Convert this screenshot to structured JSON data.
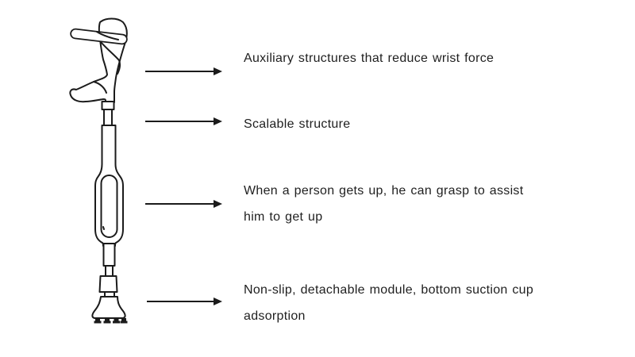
{
  "diagram": {
    "illustration": "forearm-crutch-line-drawing",
    "annotations": [
      {
        "lines": [
          "Auxiliary structures that reduce wrist force"
        ]
      },
      {
        "lines": [
          "Scalable structure"
        ]
      },
      {
        "lines": [
          "When a person gets up, he can grasp to assist",
          "him to get up"
        ]
      },
      {
        "lines": [
          "Non-slip, detachable module, bottom suction cup",
          "adsorption"
        ]
      }
    ],
    "colors": {
      "line": "#1b1b1b",
      "text": "#1f1f1f",
      "background": "#ffffff"
    }
  }
}
